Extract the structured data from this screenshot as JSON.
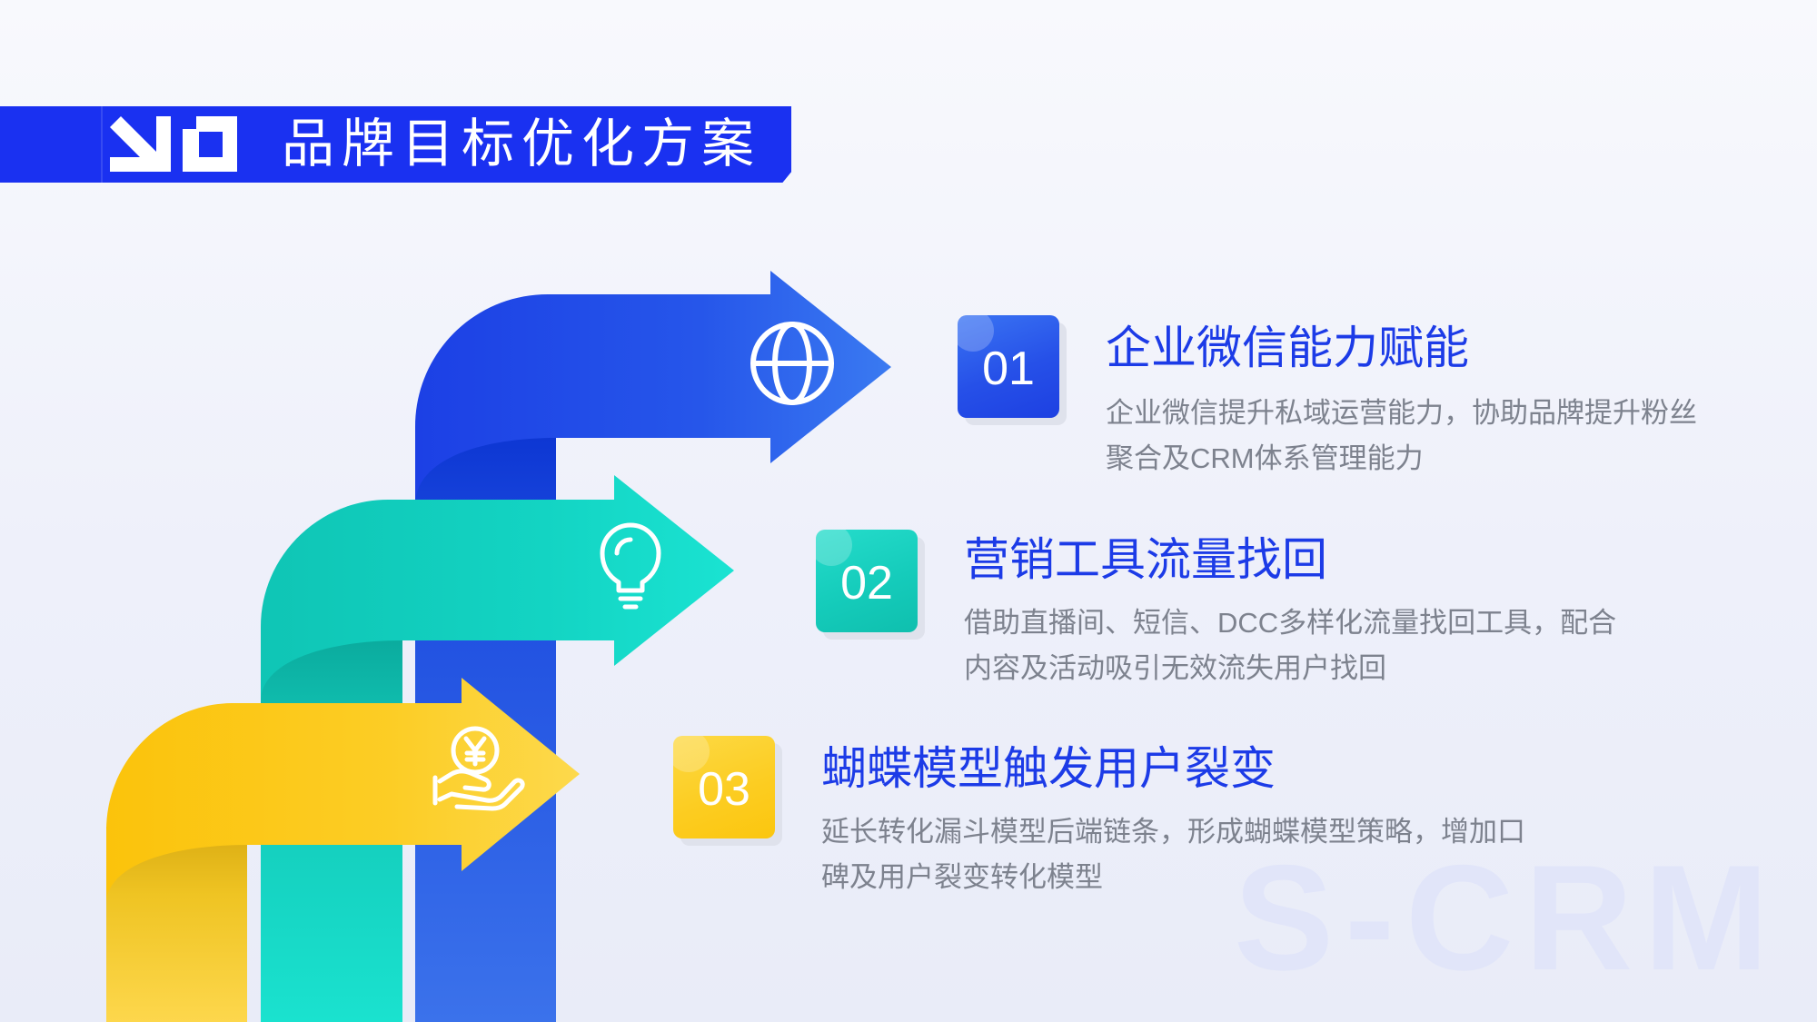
{
  "header": {
    "title": "品牌目标优化方案",
    "logo": "brand-logo"
  },
  "items": [
    {
      "number": "01",
      "title": "企业微信能力赋能",
      "description": [
        "企业微信提升私域运营能力，协助品牌提升粉丝",
        "聚合及CRM体系管理能力"
      ],
      "icon": "globe-icon",
      "color": "#2654ea"
    },
    {
      "number": "02",
      "title": "营销工具流量找回",
      "description": [
        "借助直播间、短信、DCC多样化流量找回工具，配合",
        "内容及活动吸引无效流失用户找回"
      ],
      "icon": "lightbulb-icon",
      "color": "#14cdbc"
    },
    {
      "number": "03",
      "title": "蝴蝶模型触发用户裂变",
      "description": [
        "延长转化漏斗模型后端链条，形成蝴蝶模型策略，增加口",
        "碑及用户裂变转化模型"
      ],
      "icon": "coin-hand-icon",
      "color": "#fcc918"
    }
  ],
  "watermark": "S-CRM",
  "colors": {
    "header_bg": "#1a31f1",
    "title_text": "#1c3be7",
    "body_text": "#7d828e",
    "background": "#eef0fa",
    "watermark": "#e1e5f9"
  }
}
